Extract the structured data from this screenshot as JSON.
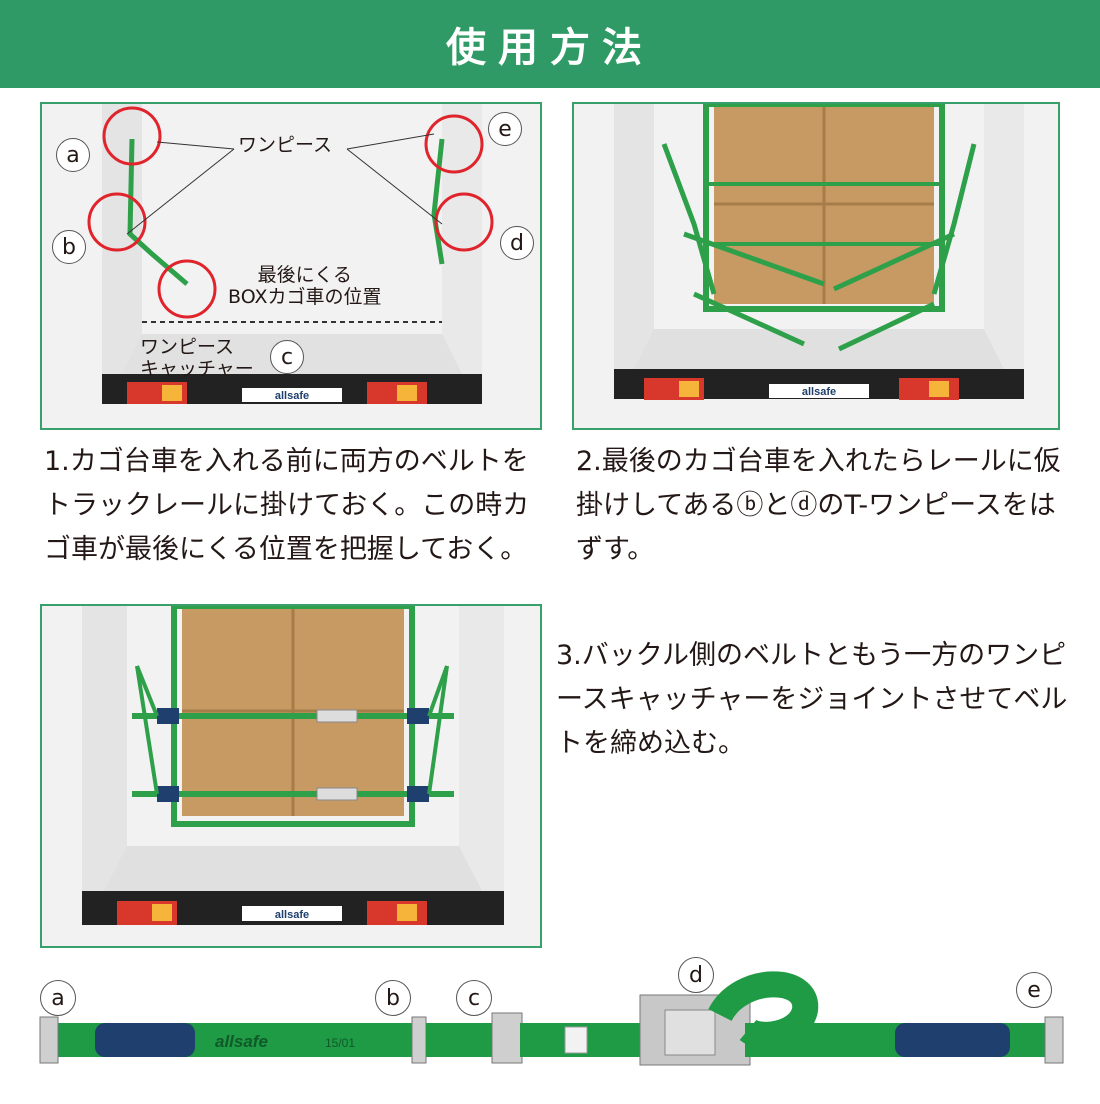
{
  "header": {
    "title": "使用方法"
  },
  "panel1": {
    "label_onepiece": "ワンピース",
    "label_position": "最後にくる\nBOXカゴ車の位置",
    "label_catcher": "ワンピース\nキャッチャー",
    "badges": [
      "a",
      "b",
      "c",
      "d",
      "e"
    ],
    "brand": "allsafe"
  },
  "panel2": {
    "brand": "allsafe"
  },
  "panel3": {
    "brand": "allsafe"
  },
  "steps": {
    "step1": "1.カゴ台車を入れる前に両方のベルトをトラックレールに掛けておく。この時カゴ車が最後にくる位置を把握しておく。",
    "step2": "2.最後のカゴ台車を入れたらレールに仮掛けしてあるⓑとⓓのT-ワンピースをはずす。",
    "step3": "3.バックル側のベルトともう一方のワンピースキャッチャーをジョイントさせてベルトを締め込む。"
  },
  "strap": {
    "badges": [
      "a",
      "b",
      "c",
      "d",
      "e"
    ],
    "brand": "allsafe",
    "code": "15/01"
  },
  "colors": {
    "header": "#2f9a66",
    "strap": "#1f9a45",
    "sleeve": "#1f3f6e",
    "highlight": "#e0242b"
  }
}
